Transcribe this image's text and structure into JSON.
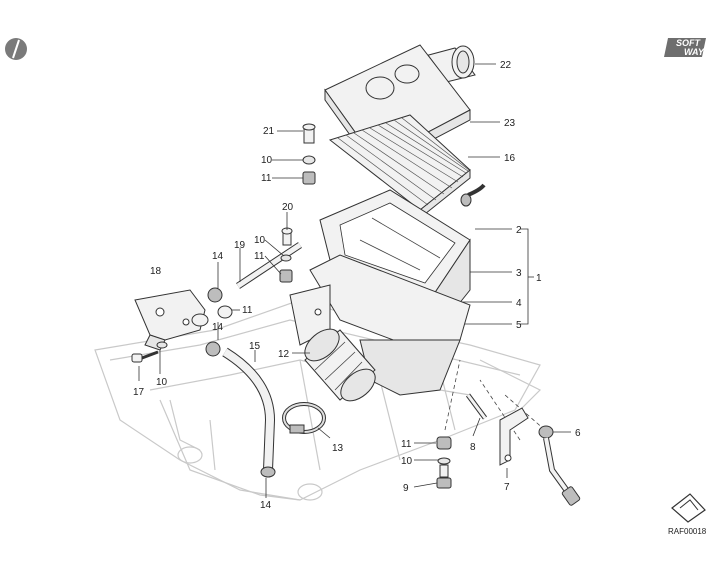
{
  "logo": {
    "line1": "SOFT",
    "line2": "WAY"
  },
  "reference_code": "RAF00018",
  "callouts": [
    {
      "id": "c22",
      "number": "22"
    },
    {
      "id": "c23",
      "number": "23"
    },
    {
      "id": "c16",
      "number": "16"
    },
    {
      "id": "c21",
      "number": "21"
    },
    {
      "id": "c10a",
      "number": "10"
    },
    {
      "id": "c11a",
      "number": "11"
    },
    {
      "id": "c20",
      "number": "20"
    },
    {
      "id": "c10b",
      "number": "10"
    },
    {
      "id": "c11b",
      "number": "11"
    },
    {
      "id": "c19",
      "number": "19"
    },
    {
      "id": "c2",
      "number": "2"
    },
    {
      "id": "c3",
      "number": "3"
    },
    {
      "id": "c1",
      "number": "1"
    },
    {
      "id": "c4",
      "number": "4"
    },
    {
      "id": "c5",
      "number": "5"
    },
    {
      "id": "c18",
      "number": "18"
    },
    {
      "id": "c14a",
      "number": "14"
    },
    {
      "id": "c11c",
      "number": "11"
    },
    {
      "id": "c14b",
      "number": "14"
    },
    {
      "id": "c15",
      "number": "15"
    },
    {
      "id": "c12",
      "number": "12"
    },
    {
      "id": "c17",
      "number": "17"
    },
    {
      "id": "c10c",
      "number": "10"
    },
    {
      "id": "c13",
      "number": "13"
    },
    {
      "id": "c14c",
      "number": "14"
    },
    {
      "id": "c11d",
      "number": "11"
    },
    {
      "id": "c10d",
      "number": "10"
    },
    {
      "id": "c9",
      "number": "9"
    },
    {
      "id": "c8",
      "number": "8"
    },
    {
      "id": "c7",
      "number": "7"
    },
    {
      "id": "c6",
      "number": "6"
    }
  ]
}
